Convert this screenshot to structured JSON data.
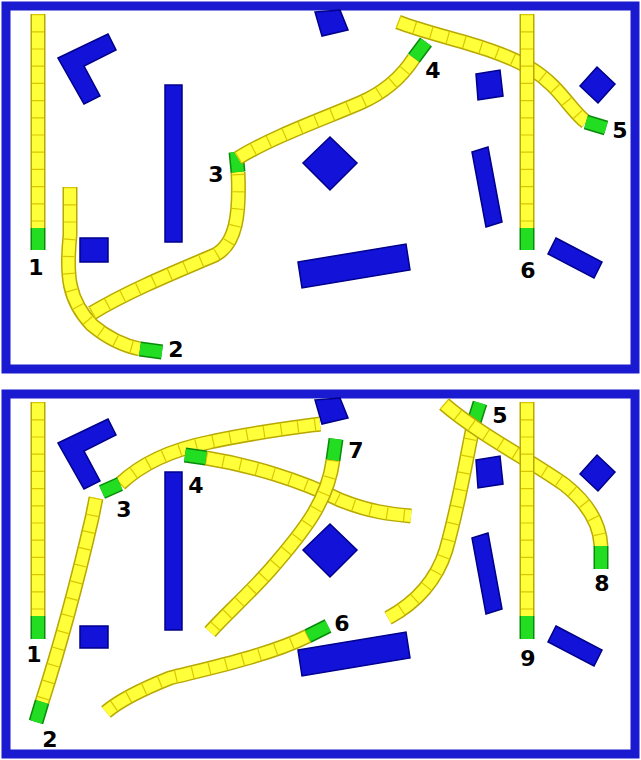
{
  "diagram": {
    "labels": [
      "1",
      "2",
      "3",
      "4",
      "5",
      "6",
      "1",
      "2",
      "3",
      "4",
      "5",
      "6",
      "7",
      "8",
      "9"
    ]
  }
}
